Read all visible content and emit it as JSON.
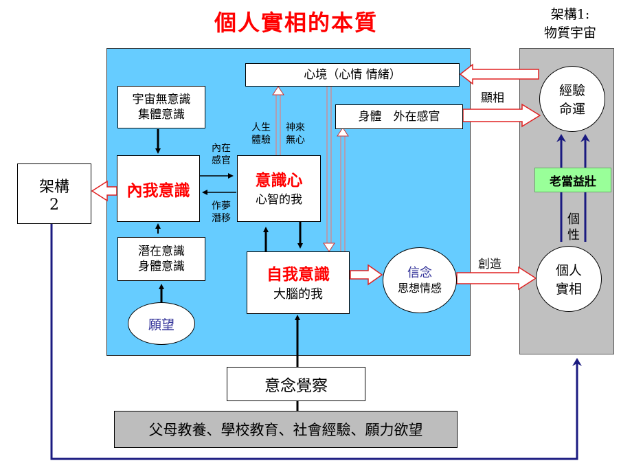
{
  "title": "個人實相的本質",
  "framework1": {
    "line1": "架構1:",
    "line2": "物質宇宙"
  },
  "framework2": {
    "line1": "架構",
    "line2": "2"
  },
  "nodes": {
    "mood": "心境（心情 情緒）",
    "body_senses": "身體　外在感官",
    "universe_unconscious": {
      "line1": "宇宙無意識",
      "line2": "集體意識"
    },
    "inner_self": "內我意識",
    "conscious_mind": {
      "line1": "意識心",
      "line2": "心智的我"
    },
    "ego": {
      "line1": "自我意識",
      "line2": "大腦的我"
    },
    "subconscious": {
      "line1": "潛在意識",
      "line2": "身體意識"
    },
    "wish": "願望",
    "belief": {
      "line1": "信念",
      "line2": "思想情感"
    },
    "experience_fate": {
      "line1": "經驗",
      "line2": "命運"
    },
    "personal_reality": {
      "line1": "個人",
      "line2": "實相"
    },
    "awareness": "意念覺察",
    "influences": "父母教養、學校教育、社會經驗、願力欲望",
    "aging": "老當益壯"
  },
  "labels": {
    "inner_senses": {
      "line1": "內在",
      "line2": "感官"
    },
    "dream_drift": {
      "line1": "作夢",
      "line2": "潛移"
    },
    "life_experience": {
      "line1": "人生",
      "line2": "體驗"
    },
    "inspiration": {
      "line1": "神來",
      "line2": "無心"
    },
    "manifest": "顯相",
    "create": "創造",
    "individuality": {
      "line1": "個",
      "line2": "性"
    }
  },
  "colors": {
    "panel_blue": "#66ccff",
    "panel_gray": "#c0c0c0",
    "title_red": "#ff0000",
    "arrow_navy": "#1a1a80",
    "aging_green": "#99ff99"
  }
}
